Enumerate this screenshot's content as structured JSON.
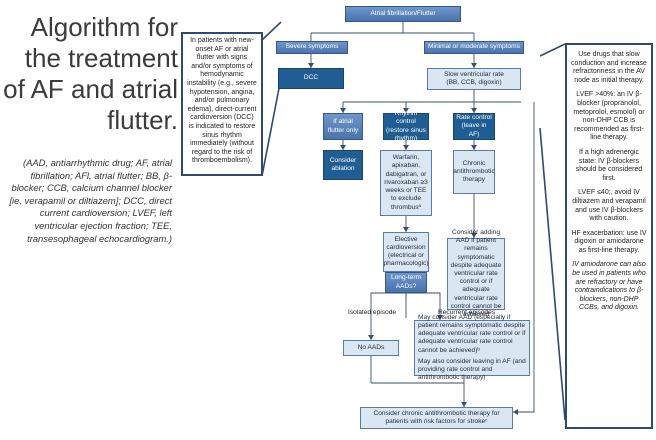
{
  "title": "Algorithm for the treatment of AF and atrial flutter.",
  "abbreviations": "(AAD, antiarrhythmic drug; AF, atrial fibrillation; AFl, atrial flutter; BB, β-blocker; CCB, calcium channel blocker [ie, verapamil or diltiazem]; DCC, direct current cardioversion; LVEF, left ventricular ejection fraction; TEE, transesophageal echocardiogram.)",
  "left_note": "In patients with new-onset AF or atrial flutter with signs and/or symptoms of hemodynamic instability (e.g., severe hypotension, angina, and/or pulmonary edema), direct-current cardioversion (DCC) is indicated to restore sinus rhythm immediately (without regard to the risk of thromboembolism).",
  "right_note": [
    "Use drugs that slow conduction and increase refractoriness in the AV node as initial therapy.",
    "LVEF >40%: an IV β-blocker (propranolol, metoprolol, esmolol) or non-DHP CCB is recommended as first-line therapy.",
    "If a high adrenergic state: IV β-blockers should be considered first.",
    "LVEF ≤40;, avoid IV diltiazem and verapamil and use IV β-blockers with caution.",
    "HF exacerbation: use IV digoxin or amiodarone as first-line therapy.",
    "IV amiodarone can also be used in patients who are refractory or have contraindications to β-blockers, non-DHP CCBs, and digoxin."
  ],
  "nodes": {
    "root": "Atrial fibrillation/Flutter",
    "severe": "Severe symptoms",
    "minimal": "Minimal or moderate symptoms",
    "dcc": "DCC",
    "slow_rate": "Slow ventricular rate\n(BB, CCB, digoxin)",
    "if_flutter": "If atrial flutter only",
    "rhythm_control": "Rhythm control (restore sinus rhythm)",
    "rate_control": "Rate control (leave in AF)",
    "ablation": "Consider ablation",
    "anticoag": "Warfarin, apixaban, dabigatran, or rivaroxaban ≥3 weeks or TEE to exclude thrombusª",
    "chronic": "Chronic antithrombotic therapy",
    "elective": "Elective cardioversion (electrical or pharmacologic)",
    "consider_aad": "Consider adding AAD if patient remains symptomatic despite adequate ventricular rate control or if adequate ventricular rate control cannot be achieved",
    "long_term": "Long-term AADs?",
    "no_aads": "No AADs",
    "recurrent_1": "May consider AAD (especially if patient remains symptomatic despite adequate ventricular rate control or if adequate ventricular rate control cannot be achieved)ᵇ",
    "recurrent_2": "May also consider leaving in AF (and providing rate control and antithrombotic therapy)",
    "final": "Consider chronic antithrombotic therapy for patients with risk factors for strokeᶜ"
  },
  "edge_labels": {
    "isolated": "Isolated episode",
    "recurrent": "Recurrent episodes"
  }
}
